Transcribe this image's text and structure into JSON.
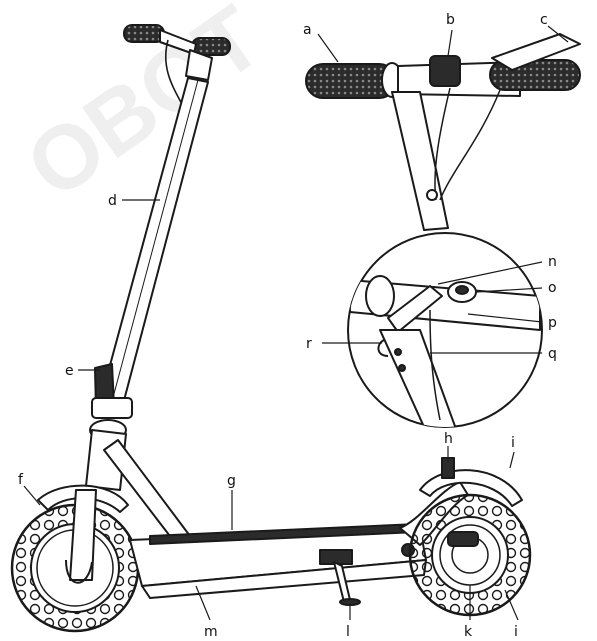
{
  "labels": {
    "a": "a",
    "b": "b",
    "c": "c",
    "d": "d",
    "e": "e",
    "f": "f",
    "g": "g",
    "h": "h",
    "i_top": "i",
    "i_bottom": "i",
    "k": "k",
    "l": "l",
    "m": "m",
    "n": "n",
    "o": "o",
    "p": "p",
    "q": "q",
    "r": "r"
  },
  "colors": {
    "line": "#1a1a1a",
    "fill_dark": "#2b2b2b",
    "fill_light": "#ffffff"
  },
  "watermark": "OBOT"
}
